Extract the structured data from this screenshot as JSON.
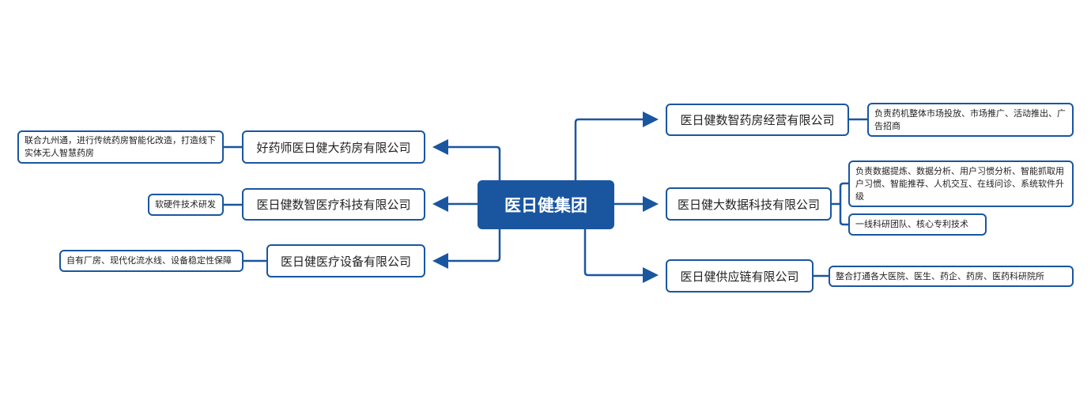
{
  "root": {
    "label": "医日健集团"
  },
  "colors": {
    "primary": "#1a56a0",
    "text": "#222222"
  },
  "left": [
    {
      "company": "好药师医日健大药房有限公司",
      "details": [
        "联合九州通，进行传统药房智能化改造，打造线下实体无人智慧药房"
      ]
    },
    {
      "company": "医日健数智医疗科技有限公司",
      "details": [
        "软硬件技术研发"
      ]
    },
    {
      "company": "医日健医疗设备有限公司",
      "details": [
        "自有厂房、现代化流水线、设备稳定性保障"
      ]
    }
  ],
  "right": [
    {
      "company": "医日健数智药房经营有限公司",
      "details": [
        "负责药机整体市场投放、市场推广、活动推出、广告招商"
      ]
    },
    {
      "company": "医日健大数据科技有限公司",
      "details": [
        "负责数据提炼、数据分析、用户习惯分析、智能抓取用户习惯、智能推荐、人机交互、在线问诊、系统软件升级",
        "一线科研团队、核心专利技术"
      ]
    },
    {
      "company": "医日健供应链有限公司",
      "details": [
        "整合打通各大医院、医生、药企、药房、医药科研院所"
      ]
    }
  ]
}
